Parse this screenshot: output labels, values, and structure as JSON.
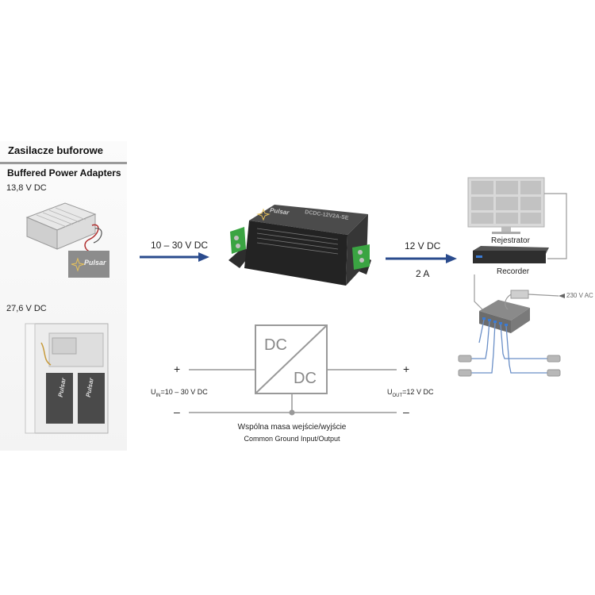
{
  "left_panel": {
    "title_pl": "Zasilacze buforowe",
    "title_en": "Buffered Power Adapters",
    "psu1_voltage": "13,8 V DC",
    "psu2_voltage": "27,6 V DC",
    "brand": "Pulsar"
  },
  "input": {
    "voltage_label": "10 – 30 V DC"
  },
  "output": {
    "voltage_label": "12 V DC",
    "current_label": "2 A"
  },
  "converter": {
    "model": "DCDC-12V2A-SE",
    "brand": "Pulsar"
  },
  "schematic": {
    "dc_top": "DC",
    "dc_bottom": "DC",
    "plus": "+",
    "minus": "–",
    "uin_base": "U",
    "uin_sub": "IN",
    "uin_value": "=10 – 30 V DC",
    "uout_base": "U",
    "uout_sub": "OUT",
    "uout_value": "=12 V DC",
    "common_pl": "Wspólna masa wejście/wyjście",
    "common_en": "Common Ground Input/Output"
  },
  "devices": {
    "recorder_pl": "Rejestrator",
    "recorder_en": "Recorder",
    "ac_label": "230 V AC"
  },
  "colors": {
    "arrow": "#2a4b8d",
    "terminal": "#3aa442",
    "module": "#2b2b2b"
  }
}
